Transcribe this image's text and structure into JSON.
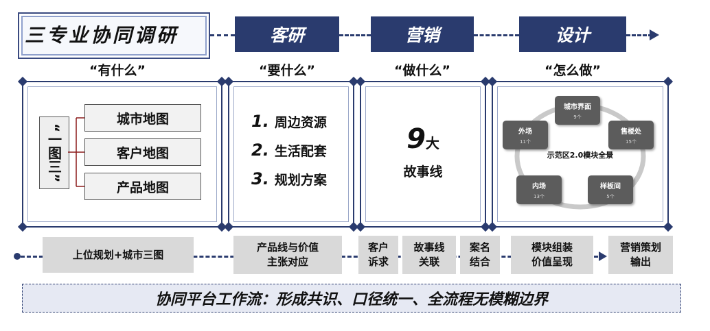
{
  "header": {
    "title": "三专业协同调研",
    "steps": [
      {
        "label": "客研",
        "quote": "“要什么”"
      },
      {
        "label": "营销",
        "quote": "“做什么”"
      },
      {
        "label": "设计",
        "quote": "“怎么做”"
      }
    ],
    "first_quote": "“有什么”"
  },
  "panel1": {
    "side_label": "“一图三”",
    "maps": [
      "城市地图",
      "客户地图",
      "产品地图"
    ]
  },
  "panel2": {
    "items": [
      {
        "num": "1.",
        "text": "周边资源"
      },
      {
        "num": "2.",
        "text": "生活配套"
      },
      {
        "num": "3.",
        "text": "规划方案"
      }
    ]
  },
  "panel3": {
    "big_number": "9",
    "big_suffix": "大",
    "caption": "故事线"
  },
  "panel4": {
    "center": "示范区2.0模块全景",
    "nodes": [
      {
        "title": "城市界面",
        "sub": "9个"
      },
      {
        "title": "售楼处",
        "sub": "15个"
      },
      {
        "title": "样板间",
        "sub": "5个"
      },
      {
        "title": "内场",
        "sub": "13个"
      },
      {
        "title": "外场",
        "sub": "11个"
      }
    ]
  },
  "flow": {
    "items": [
      "上位规划+城市三图",
      "产品线与价值\n主张对应",
      "客户\n诉求",
      "故事线\n关联",
      "案名\n结合",
      "模块组装\n价值呈现",
      "营销策划\n输出"
    ]
  },
  "banner": "协同平台工作流：形成共识、口径统一、全流程无模糊边界"
}
